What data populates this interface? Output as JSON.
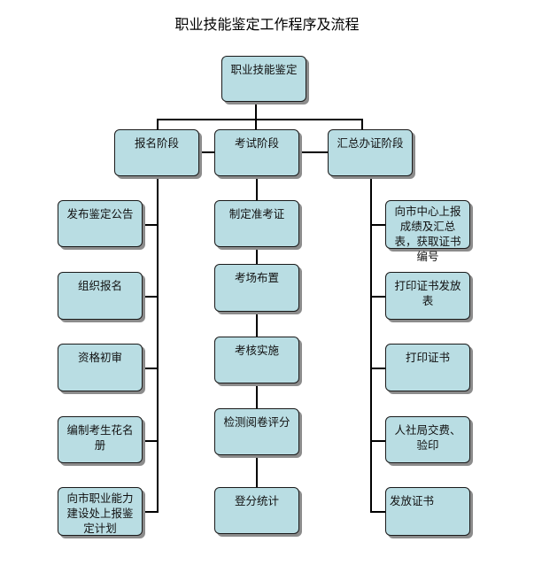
{
  "title": "职业技能鉴定工作程序及流程",
  "root": "职业技能鉴定",
  "stages": [
    {
      "label": "报名阶段",
      "steps": [
        "发布鉴定公告",
        "组织报名",
        "资格初审",
        "编制考生花名册",
        "向市职业能力建设处上报鉴定计划"
      ]
    },
    {
      "label": "考试阶段",
      "steps": [
        "制定准考证",
        "考场布置",
        "考核实施",
        "检测阅卷评分",
        "登分统计"
      ]
    },
    {
      "label": "汇总办证阶段",
      "steps": [
        "向市中心上报成绩及汇总表，获取证书编号",
        "打印证书发放表",
        "打印证书",
        "人社局交费、验印",
        "发放证书"
      ]
    }
  ]
}
